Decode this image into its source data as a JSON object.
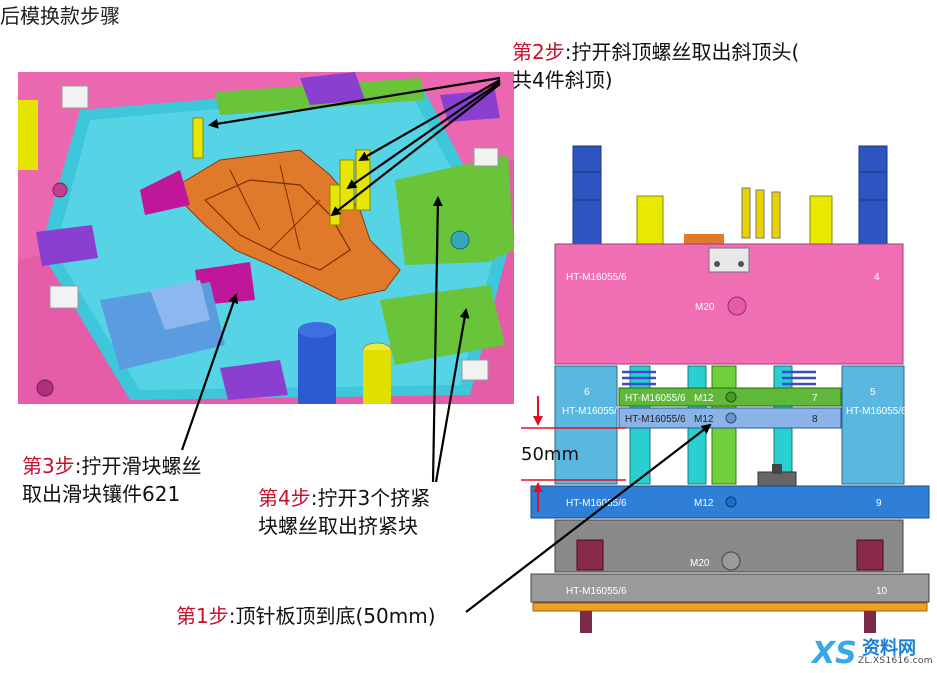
{
  "title": "后模换款步骤",
  "steps": {
    "step2": {
      "num": "第2步",
      "text": ":拧开斜顶螺丝取出斜顶头(",
      "line2": "共4件斜顶)"
    },
    "step3": {
      "num": "第3步",
      "text": ":拧开滑块螺丝",
      "line2": "取出滑块镶件621"
    },
    "step4": {
      "num": "第4步",
      "text": ":拧开3个挤紧",
      "line2": "块螺丝取出挤紧块"
    },
    "step1": {
      "num": "第1步",
      "text": ":顶针板顶到底(50mm)"
    }
  },
  "dimension": "50mm",
  "plate_labels": {
    "top_plate": "HT-M16055/6",
    "top_num": "4",
    "top_bolt": "M20",
    "left_block": "HT-M16055/6",
    "left_num": "6",
    "right_block": "HT-M16055/6",
    "right_num": "5",
    "ejector_upper": "HT-M16055/6",
    "ejector_upper_bolt": "M12",
    "ejector_upper_num": "7",
    "ejector_lower": "HT-M16055/6",
    "ejector_lower_bolt": "M12",
    "ejector_lower_num": "8",
    "blue_plate": "HT-M16055/6",
    "blue_bolt": "M12",
    "blue_num": "9",
    "base_bolt": "M20",
    "base_plate": "HT-M16055/6",
    "base_num": "10"
  },
  "watermark": {
    "site": "资料网",
    "url": "ZL.XS1616.com",
    "logo": "XS"
  },
  "colors": {
    "pink": "#f06fb4",
    "cyan": "#5ad6e6",
    "orange": "#e07a2a",
    "blue_plate": "#2f7fd6",
    "green": "#7fcf4a",
    "red_text": "#c8102e"
  }
}
